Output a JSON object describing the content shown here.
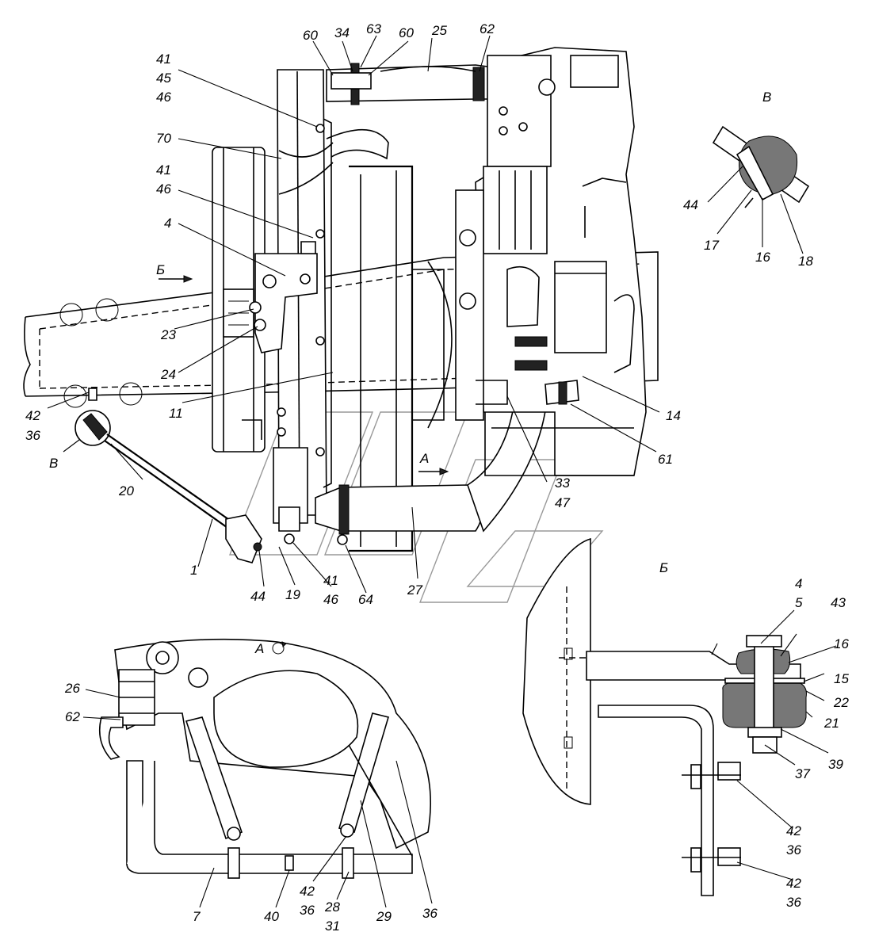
{
  "callouts": {
    "c60a": "60",
    "c34": "34",
    "c63": "63",
    "c60b": "60",
    "c25": "25",
    "c62a": "62",
    "c41a": "41",
    "c45": "45",
    "c46a": "46",
    "c70": "70",
    "c41b": "41",
    "c46b": "46",
    "c4a": "4",
    "c23": "23",
    "c24": "24",
    "c11": "11",
    "c42a": "42",
    "c36a": "36",
    "c20": "20",
    "c1": "1",
    "c44a": "44",
    "c19": "19",
    "c41c": "41",
    "c46c": "46",
    "c64": "64",
    "c27": "27",
    "c33": "33",
    "c47": "47",
    "c14": "14",
    "c61": "61",
    "c44b": "44",
    "c17": "17",
    "c16a": "16",
    "c18": "18",
    "c26": "26",
    "c62b": "62",
    "c7": "7",
    "c40": "40",
    "c42b": "42",
    "c36b": "36",
    "c28": "28",
    "c31": "31",
    "c29": "29",
    "c36c": "36",
    "c4b": "4",
    "c5": "5",
    "c43": "43",
    "c16b": "16",
    "c15": "15",
    "c22": "22",
    "c21": "21",
    "c37": "37",
    "c39": "39",
    "c42c": "42",
    "c36d": "36",
    "c42d": "42",
    "c36e": "36"
  },
  "views": {
    "view_b_arrow": "Б",
    "view_v_circle": "В",
    "view_a_arrow": "А",
    "view_v_title": "В",
    "view_a_title": "А",
    "view_b_title": "Б"
  }
}
